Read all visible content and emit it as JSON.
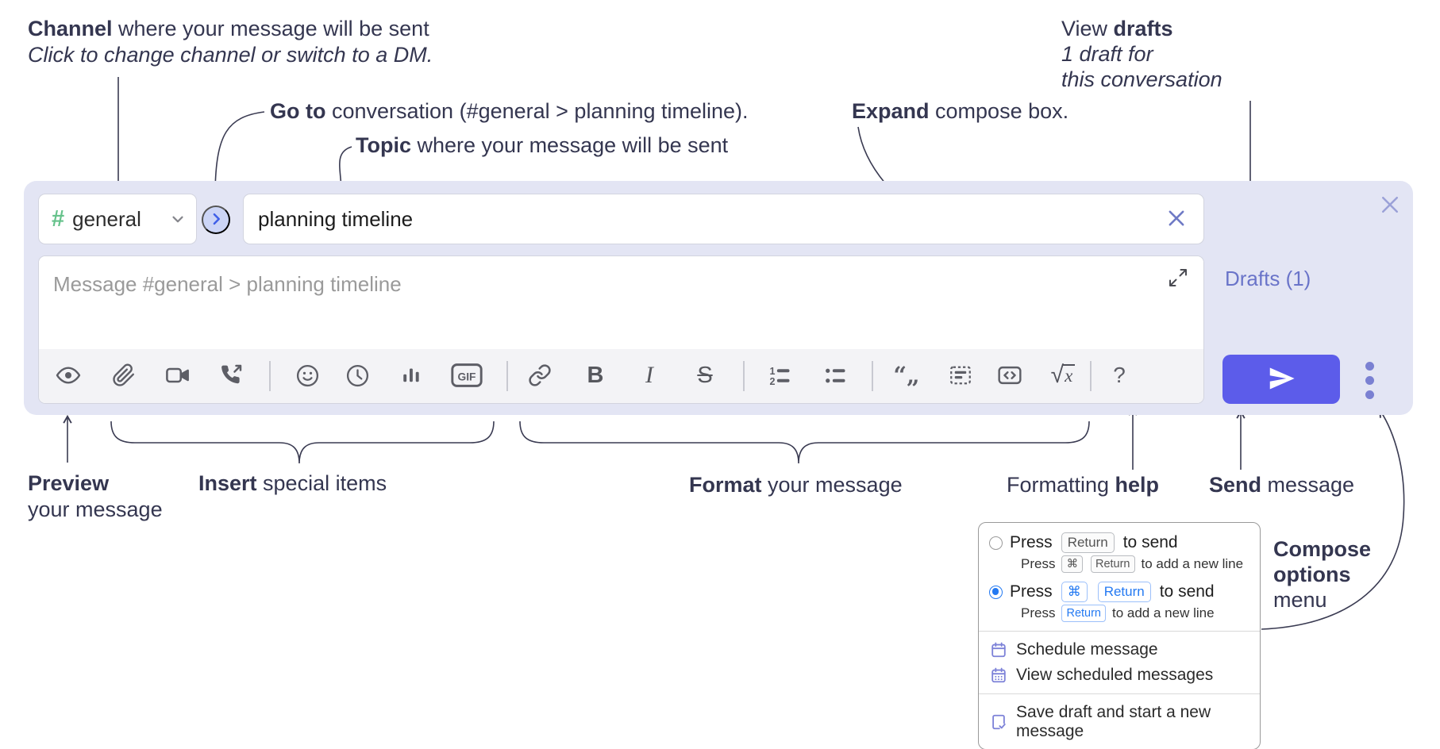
{
  "annotations": {
    "channel": {
      "bold": "Channel",
      "rest": " where your message will be sent",
      "line2": "Click to change channel or switch to a DM."
    },
    "goto": {
      "bold": "Go to",
      "rest": " conversation (#general > planning timeline)."
    },
    "topic": {
      "bold": "Topic",
      "rest": " where your message will be sent"
    },
    "expand": {
      "bold": "Expand",
      "rest": " compose box."
    },
    "drafts": {
      "pre": "View ",
      "bold": "drafts",
      "line2": "1 draft for",
      "line3": "this conversation"
    },
    "preview": {
      "bold": "Preview",
      "line2": "your message"
    },
    "insert": {
      "bold": "Insert",
      "rest": " special items"
    },
    "format": {
      "bold": "Format",
      "rest": " your message"
    },
    "help": {
      "pre": "Formatting ",
      "bold": "help"
    },
    "send": {
      "bold": "Send",
      "rest": " message"
    },
    "compose_options": {
      "line1": "Compose",
      "line2": "options",
      "line3": "menu"
    }
  },
  "compose": {
    "channel_hash": "#",
    "channel_name": "general",
    "topic_value": "planning timeline",
    "message_placeholder": "Message #general > planning timeline",
    "drafts_label": "Drafts (1)"
  },
  "toolbar": {
    "gif_label": "GIF",
    "bold_label": "B",
    "italic_label": "I",
    "strike_label": "S",
    "quote_label": "“„",
    "math_sqrt": "√",
    "math_x": "x",
    "help_label": "?"
  },
  "popup": {
    "option1": {
      "press": "Press",
      "key": "Return",
      "suffix": "to send",
      "sub_press": "Press",
      "sub_key1": "⌘",
      "sub_key2": "Return",
      "sub_suffix": "to add a new line",
      "selected": false
    },
    "option2": {
      "press": "Press",
      "key1": "⌘",
      "key2": "Return",
      "suffix": "to send",
      "sub_press": "Press",
      "sub_key": "Return",
      "sub_suffix": "to add a new line",
      "selected": true
    },
    "items": [
      {
        "label": "Schedule message",
        "icon": "calendar-icon"
      },
      {
        "label": "View scheduled messages",
        "icon": "calendar-grid-icon"
      },
      {
        "label": "Save draft and start a new message",
        "icon": "note-check-icon"
      }
    ]
  },
  "icons": {
    "toolbar": [
      "eye-icon",
      "paperclip-icon",
      "video-camera-icon",
      "phone-call-icon",
      "smiley-icon",
      "clock-icon",
      "bar-chart-icon",
      "gif-icon",
      "link-icon",
      "bold-icon",
      "italic-icon",
      "strikethrough-icon",
      "numbered-list-icon",
      "bulleted-list-icon",
      "quote-icon",
      "spoiler-icon",
      "code-icon",
      "math-icon",
      "question-mark-icon"
    ],
    "other": [
      "hash-icon",
      "chevron-down-icon",
      "chevron-right-icon",
      "clear-x-icon",
      "close-x-icon",
      "expand-icon",
      "paper-plane-icon",
      "vertical-ellipsis-icon"
    ]
  },
  "colors": {
    "compose_bg": "#e3e5f4",
    "send_button": "#5c5cea",
    "hash_green": "#66c28b",
    "drafts_link": "#6a74c9",
    "radio_blue": "#2379f2",
    "menu_icon_purple": "#7d82d8",
    "annotation_ink": "#343650"
  }
}
